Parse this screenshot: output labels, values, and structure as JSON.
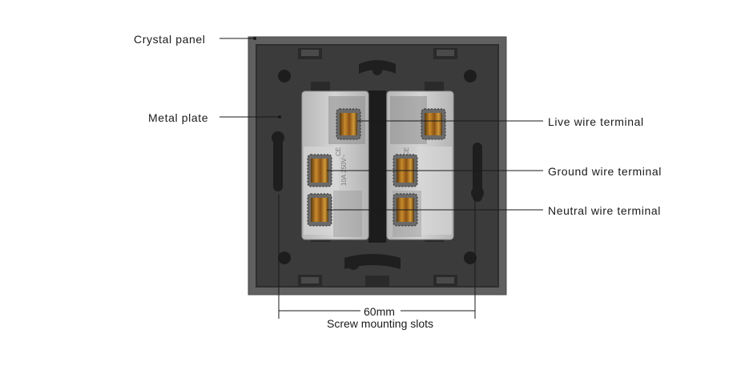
{
  "labels": {
    "crystal_panel": "Crystal panel",
    "metal_plate": "Metal plate",
    "live_terminal": "Live wire terminal",
    "ground_terminal": "Ground wire terminal",
    "neutral_terminal": "Neutral wire terminal"
  },
  "dimension": {
    "value": "60mm",
    "caption": "Screw mounting slots"
  },
  "module_marking": {
    "rating": "10A 250V~",
    "cert": "CE"
  },
  "colors": {
    "panel": "#5a5a5a",
    "plate": "#3a3a3a",
    "module": "#c9c9c9",
    "terminal": "#a86a1a",
    "line": "#1a1a1a"
  }
}
